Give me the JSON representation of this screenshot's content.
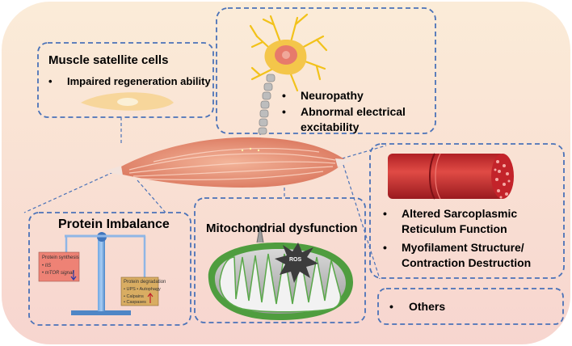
{
  "satellite": {
    "title": "Muscle satellite cells",
    "bullet": "•",
    "item": "Impaired regeneration ability"
  },
  "neuro": {
    "bullet": "•",
    "item1": "Neuropathy",
    "item2_line1": "Abnormal electrical",
    "item2_line2": "excitability"
  },
  "protein": {
    "title": "Protein Imbalance",
    "synthesis": {
      "title": "Protein synthesis",
      "item1": "IIS",
      "item2": "mTOR signal"
    },
    "degradation": {
      "title": "Protein degradation",
      "item1a": "UPS",
      "item1b": "Autophagy",
      "item2a": "Calpains",
      "item2b": "Caspases"
    }
  },
  "mito": {
    "title": "Mitochondrial dysfunction",
    "ros": "ROS"
  },
  "sarco": {
    "bullet": "•",
    "item1_line1": "Altered Sarcoplasmic",
    "item1_line2": "Reticulum Function",
    "item2_line1": "Myofilament Structure/",
    "item2_line2": "Contraction Destruction"
  },
  "others": {
    "bullet": "•",
    "label": "Others"
  },
  "colors": {
    "box_border": "#4a72b8",
    "bg_top": "#fbebd6",
    "bg_bottom": "#f7d6cf",
    "muscle": "#e99a7c",
    "mito_outer": "#4f9d3f"
  }
}
